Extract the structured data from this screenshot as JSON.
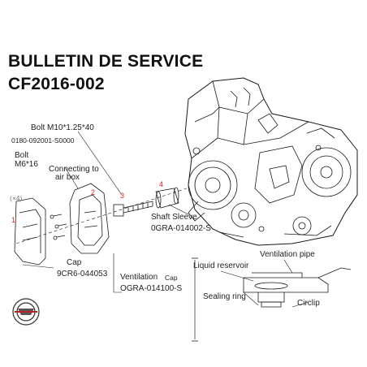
{
  "title": {
    "line1": "BULLETIN DE SERVICE",
    "line2": "CF2016-002"
  },
  "labels": {
    "bolt_m10": "Bolt M10*1.25*40",
    "bolt_m10_part": "0180-092001-S0000",
    "bolt_m6_a": "Bolt",
    "bolt_m6_b": "M6*16",
    "connect_a": "Connecting to",
    "connect_b": "air box",
    "small_tag": "(×4)",
    "shaft_sleeve": "Shaft Sleeve",
    "shaft_sleeve_part": "0GRA-014002-S",
    "cap": "Cap",
    "cap_part": "9CR6-044053",
    "ventilation_cap_a": "Ventilation",
    "ventilation_cap_b": "Cap",
    "ventilation_part": "OGRA-014100-S",
    "ventilation_pipe": "Ventilation pipe",
    "liquid_reservoir": "Liquid reservoir",
    "sealing_ring": "Sealing ring",
    "circlip": "Circlip"
  },
  "callouts": {
    "n1": "1",
    "n2": "2",
    "n3": "3",
    "n4": "4"
  },
  "colors": {
    "callout": "#d22222",
    "line": "#1a1a1a"
  },
  "icons": {
    "logo": "cfmoto-logo-icon"
  }
}
